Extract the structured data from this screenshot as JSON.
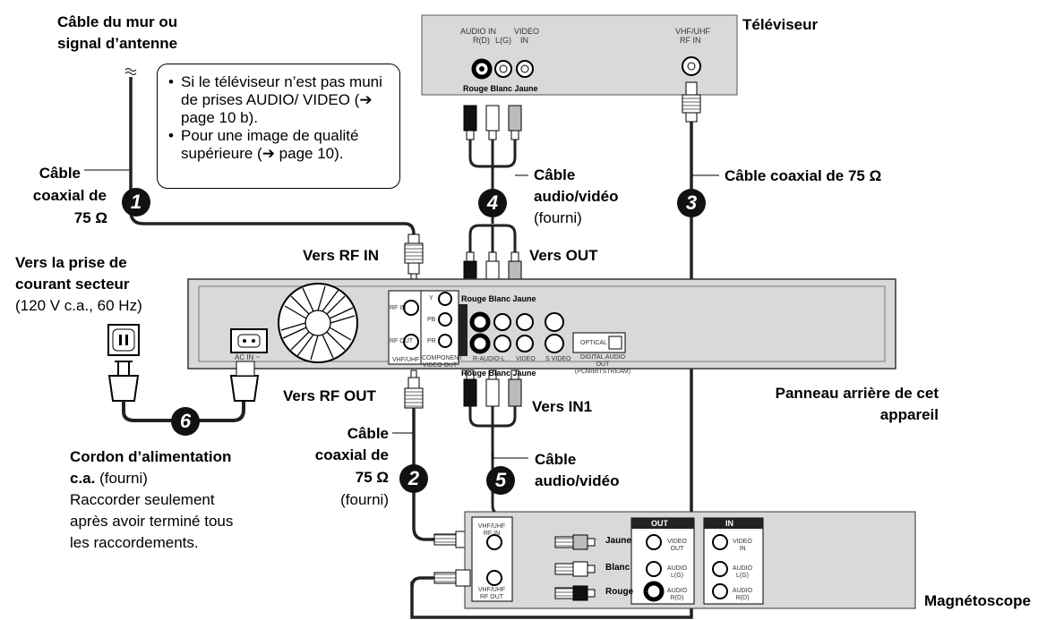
{
  "labels": {
    "antenna_line1": "Câble du mur ou",
    "antenna_line2": "signal d’antenne",
    "tv": "Téléviseur",
    "coax1_line1": "Câble",
    "coax1_line2": "coaxial de",
    "coax1_line3": "75 Ω",
    "av4_line1": "Câble",
    "av4_line2": "audio/vidéo",
    "av4_line3": "(fourni)",
    "coax3": "Câble coaxial de 75 Ω",
    "vers_rf_in": "Vers RF IN",
    "vers_out": "Vers OUT",
    "vers_prise_line1": "Vers la prise de",
    "vers_prise_line2": "courant secteur",
    "vers_prise_line3": "(120 V c.a., 60 Hz)",
    "vers_rf_out": "Vers RF OUT",
    "vers_in1": "Vers IN1",
    "panel_line1": "Panneau arrière de cet",
    "panel_line2": "appareil",
    "coax2_line1": "Câble",
    "coax2_line2": "coaxial de",
    "coax2_line3": "75 Ω",
    "coax2_line4": "(fourni)",
    "av5_line1": "Câble",
    "av5_line2": "audio/vidéo",
    "cord_line1": "Cordon d’alimentation",
    "cord_line2a": "c.a.",
    "cord_line2b": " (fourni)",
    "cord_line3": "Raccorder seulement",
    "cord_line4": "après avoir terminé tous",
    "cord_line5": "les raccordements.",
    "vcr": "Magnétoscope"
  },
  "note": {
    "item1": "Si le téléviseur n’est pas muni de prises AUDIO/ VIDEO (➔ page 10 b).",
    "item2": "Pour une image de qualité supérieure (➔ page 10)."
  },
  "badges": [
    "1",
    "2",
    "3",
    "4",
    "5",
    "6"
  ],
  "tv_panel": {
    "audio_in": "AUDIO IN",
    "video": "VIDEO",
    "rd": "R(D)",
    "lg": "L(G)",
    "in": "IN",
    "vhf": "VHF/UHF",
    "rf_in": "RF IN",
    "colors": "Rouge Blanc Jaune"
  },
  "rear_panel": {
    "colors_top": "Rouge Blanc Jaune",
    "colors_bottom": "Rouge Blanc Jaune",
    "rf_in": "RF IN",
    "rf_out": "RF OUT",
    "vhf_uhf": "VHF/UHF",
    "component": "COMPONENT VIDEO OUT",
    "r_audio_l": "R-AUDIO-L",
    "video": "VIDEO",
    "s_video": "S VIDEO",
    "optical": "OPTICAL",
    "digital": "DIGITAL AUDIO OUT (PCM/BITSTREAM)",
    "ac_in": "AC IN ~",
    "out": "OUT",
    "in1": "IN1",
    "y": "Y",
    "pb": "PB",
    "pr": "PR"
  },
  "vcr_panel": {
    "out": "OUT",
    "in": "IN",
    "vhf_rf_in": "VHF/UHF RF IN",
    "vhf_rf_out": "VHF/UHF RF OUT",
    "video_out": "VIDEO OUT",
    "audio_lg": "AUDIO L(G)",
    "audio_rd": "AUDIO R(D)",
    "video_in": "VIDEO IN",
    "jaune": "Jaune",
    "blanc": "Blanc",
    "rouge": "Rouge"
  },
  "colors": {
    "panel": "#d9d9d9",
    "cable": "#222222",
    "red_plug": "#111111",
    "white_plug": "#ffffff",
    "yellow_plug": "#aaaaaa"
  }
}
